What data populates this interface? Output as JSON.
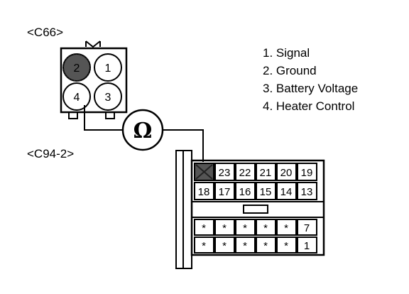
{
  "c66_label": "<C66>",
  "c94_label": "<C94-2>",
  "legend": [
    "1. Signal",
    "2. Ground",
    "3. Battery Voltage",
    "4. Heater Control"
  ],
  "c66_pins": [
    "1",
    "2",
    "3",
    "4"
  ],
  "meter_symbol": "Ω",
  "c94_rows": [
    [
      "",
      "23",
      "22",
      "21",
      "20",
      "19"
    ],
    [
      "18",
      "17",
      "16",
      "15",
      "14",
      "13"
    ],
    [
      "*",
      "*",
      "*",
      "*",
      "*",
      "7"
    ],
    [
      "*",
      "*",
      "*",
      "*",
      "*",
      "1"
    ]
  ]
}
